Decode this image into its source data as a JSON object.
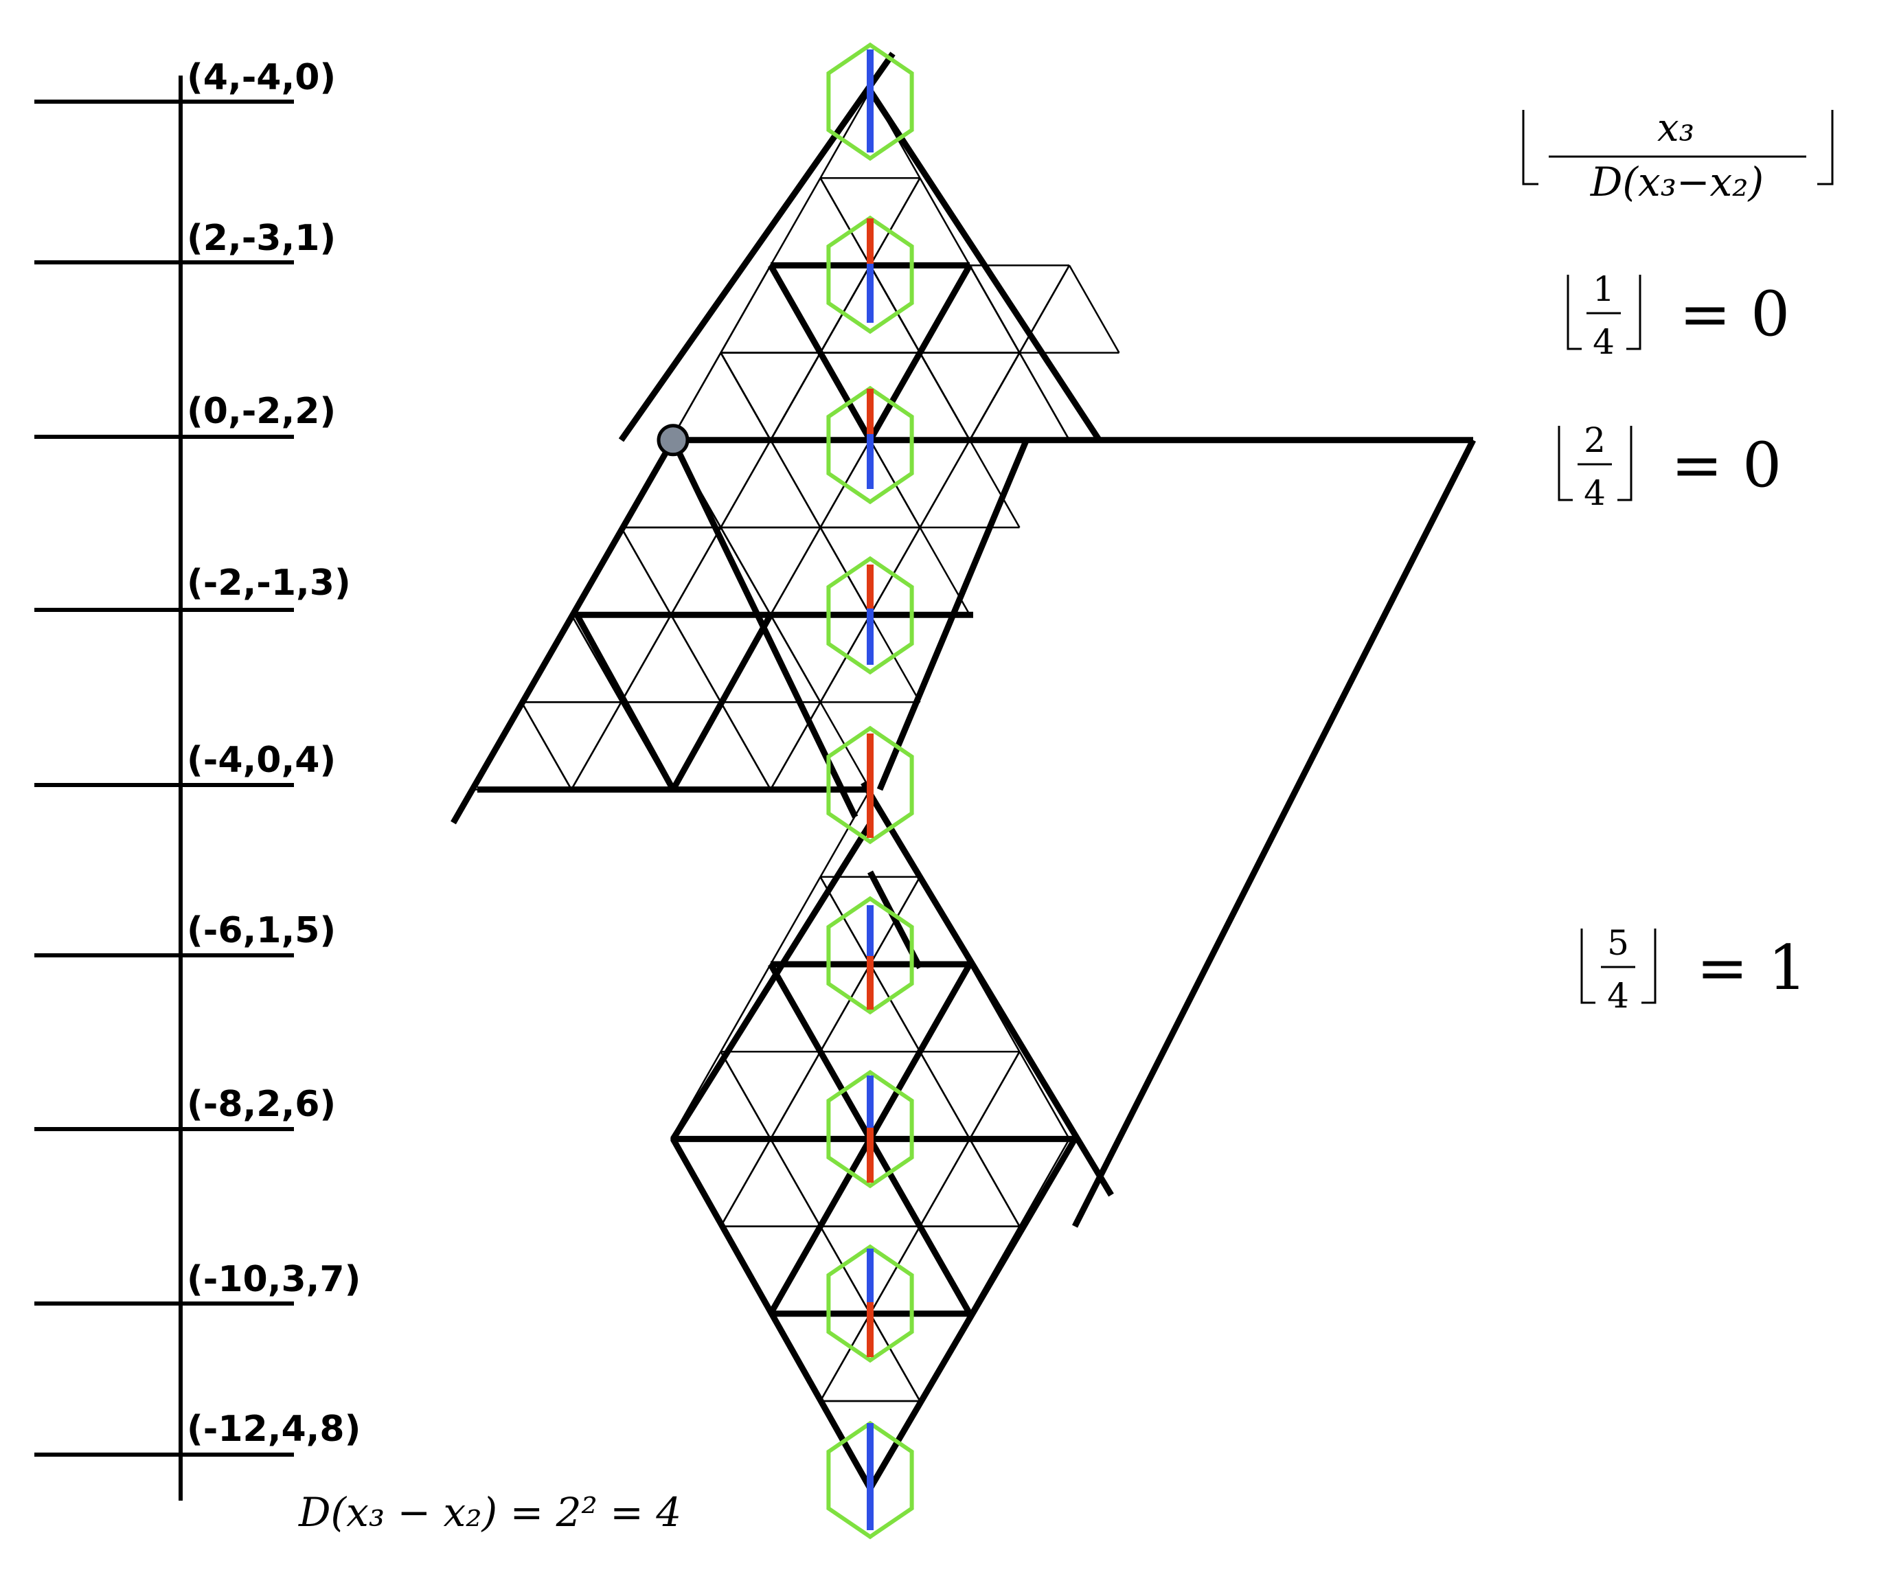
{
  "levels": [
    {
      "label": "(4,-4,0)"
    },
    {
      "label": "(2,-3,1)"
    },
    {
      "label": "(0,-2,2)"
    },
    {
      "label": "(-2,-1,3)"
    },
    {
      "label": "(-4,0,4)"
    },
    {
      "label": "(-6,1,5)"
    },
    {
      "label": "(-8,2,6)"
    },
    {
      "label": "(-10,3,7)"
    },
    {
      "label": "(-12,4,8)"
    }
  ],
  "formulas": {
    "main": {
      "numerator": "x₃",
      "denominator": "D(x₃−x₂)"
    },
    "f1": {
      "num": "1",
      "den": "4",
      "result": "= 0"
    },
    "f2": {
      "num": "2",
      "den": "4",
      "result": "= 0"
    },
    "f3": {
      "num": "5",
      "den": "4",
      "result": "= 1"
    },
    "bottom": "D(x₃ − x₂) = 2² = 4"
  },
  "colors": {
    "hexagon": "#7FE040",
    "blue": "#2E4FE6",
    "red": "#E03A14",
    "node": "#808a98",
    "line": "#000000"
  }
}
